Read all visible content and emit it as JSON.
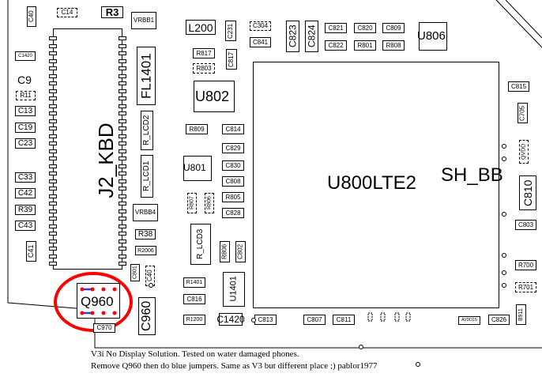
{
  "board": {
    "main_chip": "U800LTE2",
    "sh_bb": "SH_BB",
    "keyboard_connector": "J2_KBD",
    "filter": "FL1401",
    "u802": "U802",
    "u801": "U801",
    "u806": "U806",
    "u1401": "U1401",
    "q960": "Q960",
    "c960": "C960",
    "r3": "R3",
    "l200": "L200",
    "c9": "C9",
    "c823": "C823",
    "c824": "C824",
    "c810": "C810",
    "r_lcd2": "R_LCD2",
    "r_lcd1": "R_LCD1",
    "r_lcd3": "R_LCD3",
    "vrbb1": "VRBB1",
    "vrbb4": "VRBB4",
    "r38": "R38"
  },
  "small_parts": {
    "c40": "C40",
    "c14": "C14",
    "c1420": "C1420",
    "r11": "R11",
    "c13": "C13",
    "c19": "C19",
    "c23": "C23",
    "c33": "C33",
    "c42": "C42",
    "r39": "R39",
    "c43": "C43",
    "c41": "C41",
    "r2006": "R2006",
    "c801": "C801",
    "c40b": "C40",
    "c970": "C970",
    "c231": "C231",
    "c304": "C304",
    "c841": "C841",
    "r817": "R817",
    "c817": "C817",
    "r803": "R803",
    "c821": "C821",
    "c822": "C822",
    "c820": "C820",
    "r801": "R801",
    "c809": "C809",
    "r808": "R808",
    "c815": "C815",
    "c705": "C705",
    "qvdd": "QVDD",
    "c803": "C803",
    "r700": "R700",
    "r701": "R701",
    "b911": "B911",
    "c826": "C826",
    "avdd": "AVDD2S",
    "r809": "R809",
    "c814": "C814",
    "c829": "C829",
    "c830": "C830",
    "c808": "C808",
    "r805": "R805",
    "c828": "C828",
    "r807": "R807",
    "r806b": "R806",
    "r806": "R806",
    "c802": "C802",
    "r1401": "R1401",
    "c816": "C816",
    "r1200": "R1200",
    "c1420b": "C1420",
    "c813": "C813",
    "c807": "C807",
    "c811": "C811"
  },
  "caption": {
    "line1": "V3i No Display Solution. Tested on water damaged phones.",
    "line2": "Remove Q960 then do blue jumpers. Same as V3 but different place ;)  pablor1977"
  },
  "colors": {
    "highlight": "#ff0000",
    "jumper": "#1f3fff",
    "pad": "#ff0000"
  }
}
